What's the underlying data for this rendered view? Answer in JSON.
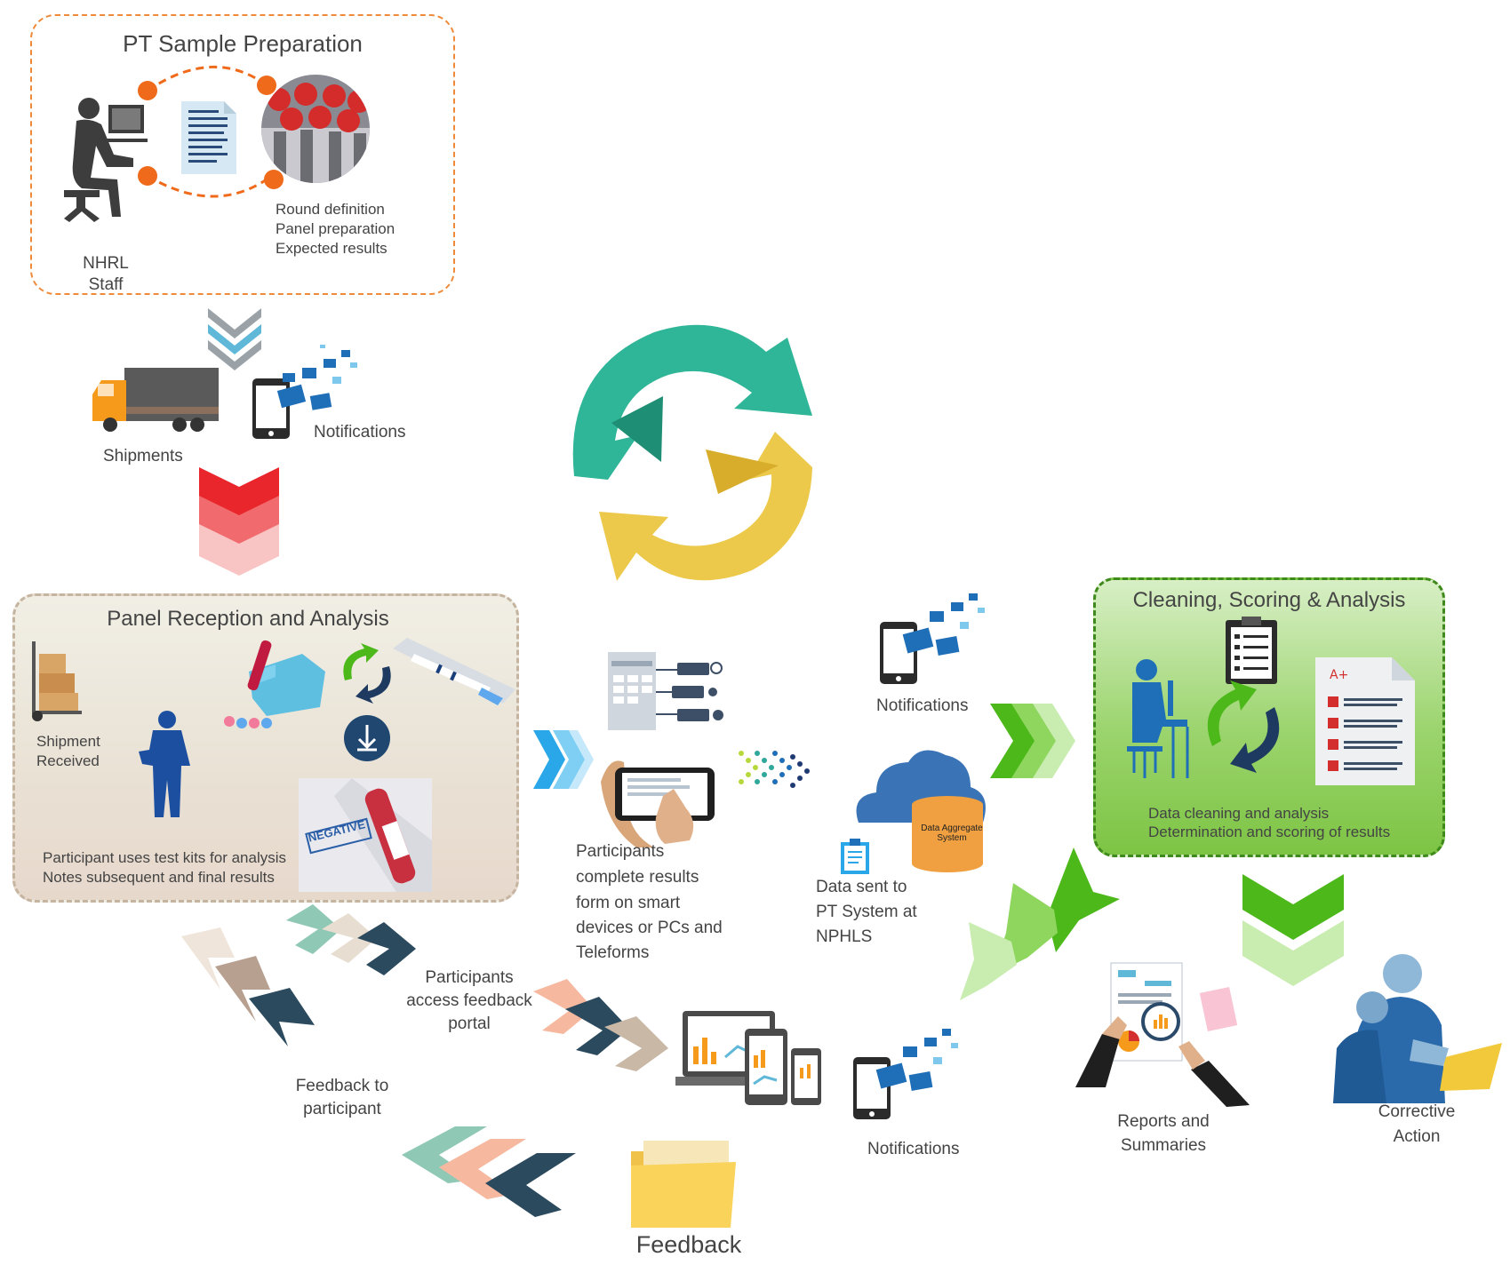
{
  "prep": {
    "title": "PT Sample Preparation",
    "staff_line1": "NHRL",
    "staff_line2": "Staff",
    "round_definition": "Round definition",
    "panel_preparation": "Panel preparation",
    "expected_results": "Expected results"
  },
  "shipping": {
    "shipments": "Shipments",
    "notifications": "Notifications"
  },
  "reception": {
    "title": "Panel Reception and Analysis",
    "shipment_line1": "Shipment",
    "shipment_line2": "Received",
    "participant_line1": "Participant uses test kits for analysis",
    "participant_line2": "Notes subsequent and final results",
    "negative_stamp": "NEGATIVE"
  },
  "participants": {
    "line1": "Participants",
    "line2": "complete results",
    "line3": "form on smart",
    "line4": "devices or PCs and",
    "line5": "Teleforms"
  },
  "data_sent": {
    "notifications": "Notifications",
    "db_line1": "Data Aggregate",
    "db_line2": "System",
    "line1": "Data sent to",
    "line2": "PT System at",
    "line3": "NPHLS"
  },
  "cleaning": {
    "title": "Cleaning, Scoring & Analysis",
    "line1": "Data cleaning and analysis",
    "line2": "Determination and scoring of results"
  },
  "outputs": {
    "reports_line1": "Reports and",
    "reports_line2": "Summaries",
    "corrective_line1": "Corrective",
    "corrective_line2": "Action",
    "notifications": "Notifications"
  },
  "feedback": {
    "access_line1": "Participants",
    "access_line2": "access feedback",
    "access_line3": "portal",
    "to_line1": "Feedback to",
    "to_line2": "participant",
    "folder_label": "Feedback"
  },
  "colors": {
    "orange": "#ef8a3a",
    "teal": "#2fb597",
    "yellow": "#ecc94b",
    "green": "#4cb81a",
    "red": "#e8262b",
    "navy": "#2b4a6a"
  }
}
